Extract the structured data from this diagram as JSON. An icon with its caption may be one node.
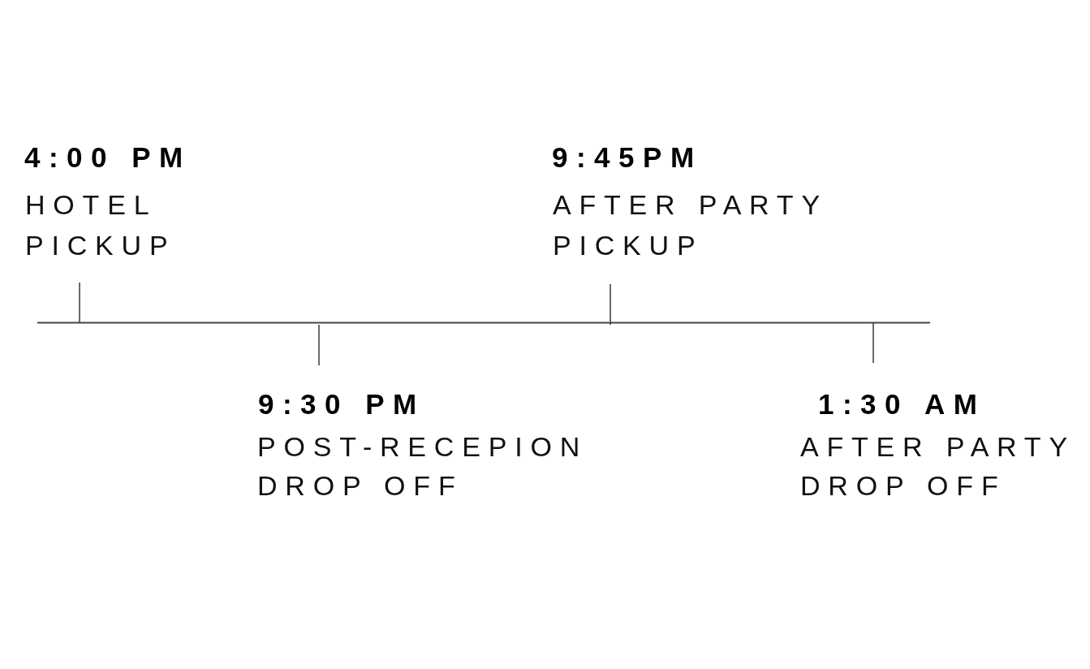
{
  "diagram": {
    "labels": [
      "4:00 PM",
      "HOTEL PICKUP",
      "9:30 PM",
      "POST-RECEPION DROP OFF",
      "9:45PM",
      "AFTER PARTY PICKUP",
      "1:30 AM",
      "AFTER PARTY DROP OFF"
    ]
  }
}
